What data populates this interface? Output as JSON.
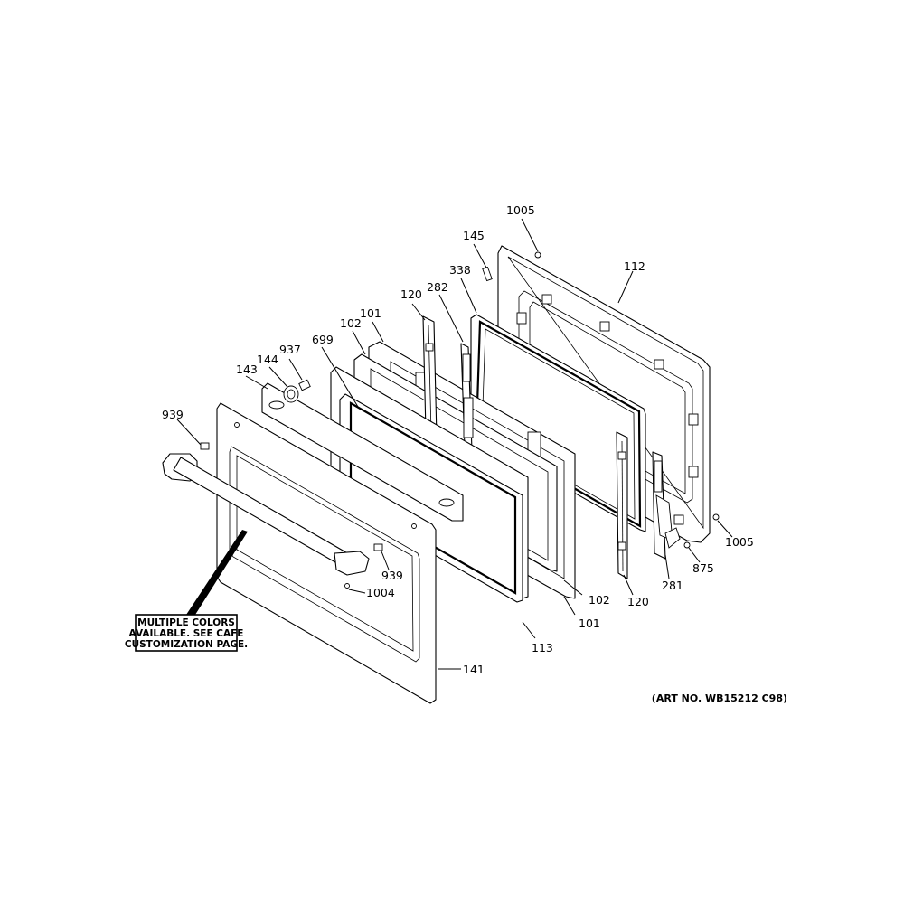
{
  "diagram": {
    "callouts": {
      "c1005a": "1005",
      "c145": "145",
      "c112": "112",
      "c338": "338",
      "c282": "282",
      "c120a": "120",
      "c101a": "101",
      "c102a": "102",
      "c699": "699",
      "c937": "937",
      "c144": "144",
      "c143": "143",
      "c939a": "939",
      "c939b": "939",
      "c1004": "1004",
      "c1005b": "1005",
      "c875": "875",
      "c281": "281",
      "c120b": "120",
      "c102b": "102",
      "c101b": "101",
      "c113": "113",
      "c141": "141"
    },
    "note": {
      "line1": "MULTIPLE COLORS",
      "line2": "AVAILABLE. SEE CAFE",
      "line3": "CUSTOMIZATION PAGE."
    },
    "art_number": "(ART NO. WB15212 C98)"
  }
}
